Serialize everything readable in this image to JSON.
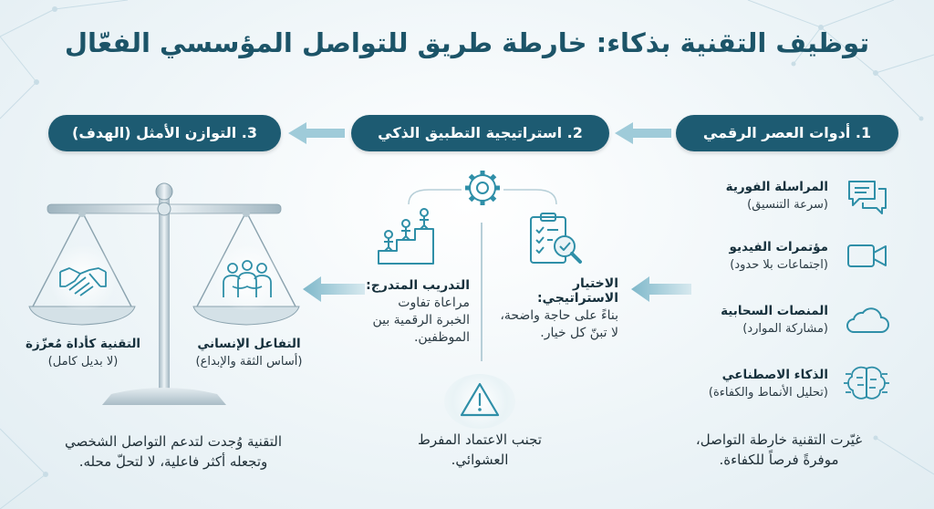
{
  "title": "توظيف التقنية بذكاء: خارطة طريق للتواصل المؤسسي الفعّال",
  "columns": [
    {
      "label": "1. أدوات العصر الرقمي"
    },
    {
      "label": "2. استراتيجية التطبيق الذكي"
    },
    {
      "label": "3. التوازن الأمثل (الهدف)"
    }
  ],
  "tools": [
    {
      "name": "المراسلة الفورية",
      "sub": "(سرعة التنسيق)",
      "icon": "chat-bubbles-icon"
    },
    {
      "name": "مؤتمرات الفيديو",
      "sub": "(اجتماعات بلا حدود)",
      "icon": "video-camera-icon"
    },
    {
      "name": "المنصات السحابية",
      "sub": "(مشاركة الموارد)",
      "icon": "cloud-icon"
    },
    {
      "name": "الذكاء الاصطناعي",
      "sub": "(تحليل الأنماط والكفاءة)",
      "icon": "ai-brain-icon"
    }
  ],
  "tools_summary": [
    "غيّرت التقنية خارطة التواصل،",
    "موفرةً فرصاً للكفاءة."
  ],
  "strategy": {
    "selection_title": "الاختيار الاستراتيجي:",
    "selection_lines": [
      "بناءً على حاجة واضحة،",
      "لا تبنّ كل خيار."
    ],
    "training_title": "التدريب المتدرج:",
    "training_lines": [
      "مراعاة تفاوت",
      "الخبرة الرقمية بين",
      "الموظفين."
    ],
    "warning_lines": [
      "تجنب الاعتماد المفرط",
      "العشوائي."
    ]
  },
  "balance": {
    "human_title": "التفاعل الإنساني",
    "human_sub": "(أساس الثقة والإبداع)",
    "tech_title": "التقنية كأداة مُعزّزة",
    "tech_sub": "(لا بديل كامل)",
    "summary": [
      "التقنية وُجدت لتدعم التواصل الشخصي",
      "وتجعله أكثر فاعلية، لا لتحلّ محله."
    ]
  },
  "colors": {
    "primary": "#1d5b72",
    "accent": "#2f8fa8",
    "arrow": "#8fc3d3",
    "text": "#16303c"
  }
}
